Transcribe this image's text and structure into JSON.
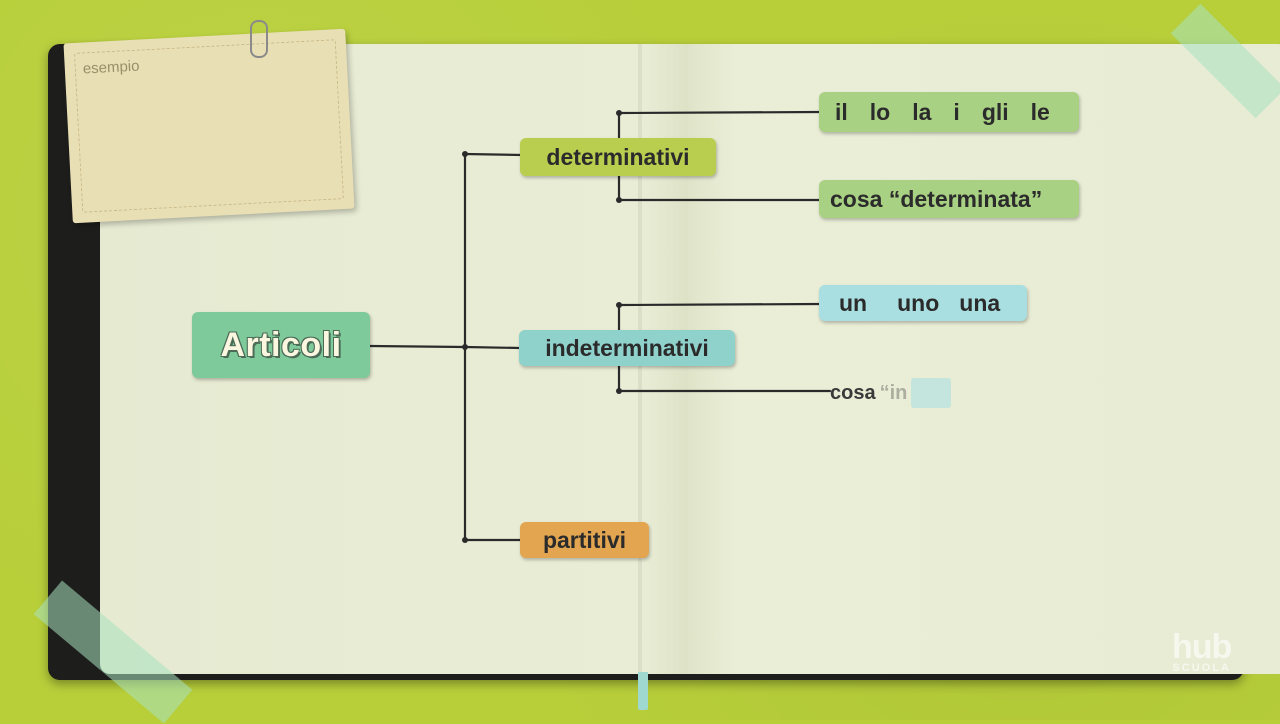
{
  "card": {
    "label": "esempio"
  },
  "diagram": {
    "root": "Articoli",
    "branches": {
      "determinativi": {
        "label": "determinativi",
        "examples": [
          "il",
          "lo",
          "la",
          "i",
          "gli",
          "le"
        ],
        "meaning": "cosa “determinata”"
      },
      "indeterminativi": {
        "label": "indeterminativi",
        "examples": [
          "un",
          "uno",
          "una"
        ],
        "meaning_partial": "cosa",
        "meaning_fading": "“in"
      },
      "partitivi": {
        "label": "partitivi"
      }
    }
  },
  "logo": {
    "main": "hub",
    "sub": "SCUOLA"
  },
  "colors": {
    "background": "#b8cf3a",
    "determinativi": "#b9cd4f",
    "indeterminativi": "#8fd2cc",
    "partitivi": "#e3a550",
    "root": "#7fca9b"
  }
}
